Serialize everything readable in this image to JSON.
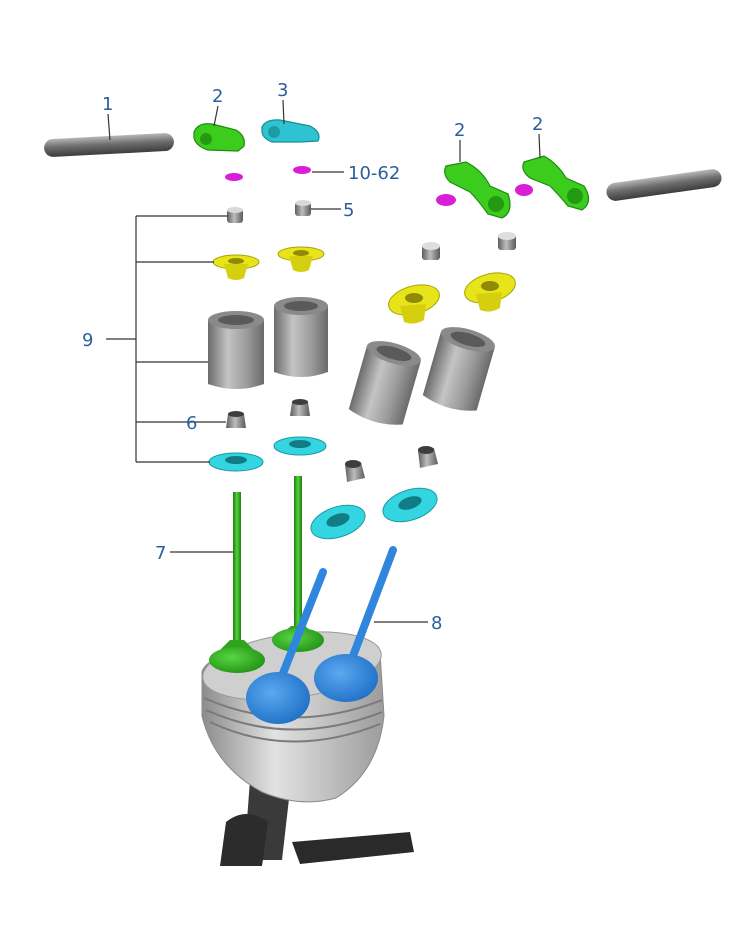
{
  "callouts": {
    "c1": "1",
    "c2a": "2",
    "c3": "3",
    "c2b": "2",
    "c2c": "2",
    "c10_62": "10-62",
    "c5": "5",
    "c9": "9",
    "c6": "6",
    "c7": "7",
    "c8": "8"
  },
  "colors": {
    "rocker_green": "#3ccc1e",
    "rocker_cyan": "#2ec3d0",
    "collet_magenta": "#d81ed8",
    "retainer_yellow": "#e8e41a",
    "spring_seat_cyan": "#33d6e0",
    "intake_valve_green": "#2fa51e",
    "exhaust_valve_blue": "#2f86dc",
    "metal_gray": "#8e8e8e",
    "callout_text": "#2a5f9e"
  },
  "icons": {
    "rocker_shaft": "rocker-shaft-icon",
    "rocker_arm": "rocker-arm-icon",
    "valve_spring": "valve-spring-icon",
    "piston": "piston-icon"
  }
}
